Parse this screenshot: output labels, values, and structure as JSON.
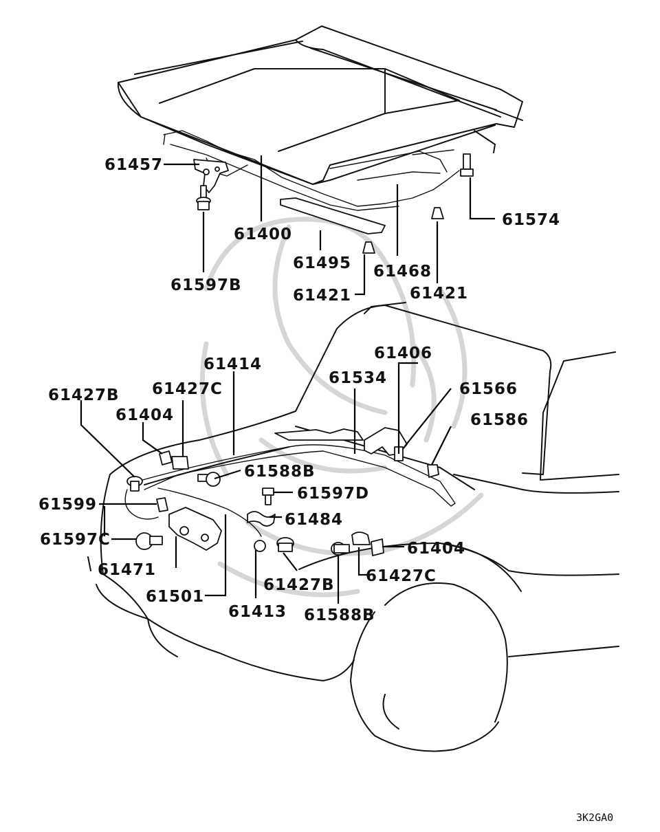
{
  "labels": {
    "p61457": "61457",
    "p61400": "61400",
    "p61574": "61574",
    "p61597B": "61597B",
    "p61495": "61495",
    "p61468": "61468",
    "p61421_a": "61421",
    "p61421_b": "61421",
    "p61414": "61414",
    "p61406": "61406",
    "p61534": "61534",
    "p61427B_a": "61427B",
    "p61427C_a": "61427C",
    "p61566": "61566",
    "p61404_a": "61404",
    "p61586": "61586",
    "p61588B_a": "61588B",
    "p61597D": "61597D",
    "p61599": "61599",
    "p61484": "61484",
    "p61597C": "61597C",
    "p61404_b": "61404",
    "p61471": "61471",
    "p61427C_b": "61427C",
    "p61427B_b": "61427B",
    "p61501": "61501",
    "p61413": "61413",
    "p61588B_b": "61588B"
  },
  "diagram_code": "3K2GA0"
}
